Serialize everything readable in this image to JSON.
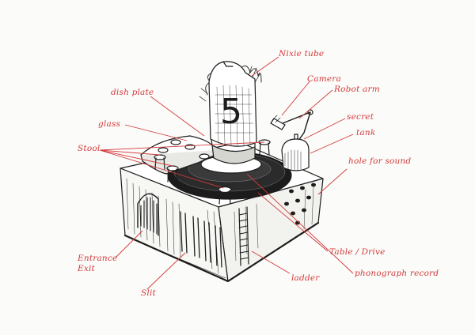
{
  "colors": {
    "ink": "#1c1c1c",
    "annotation": "#d23a3a",
    "paper": "#fbfbf9"
  },
  "tube_digit": "5",
  "labels": {
    "nixie_tube": "Nixie tube",
    "camera": "Camera",
    "robot_arm": "Robot arm",
    "dish_plate": "dish plate",
    "secret": "secret",
    "glass": "glass",
    "tank": "tank",
    "stool": "Stool",
    "hole_for_sound": "hole for sound",
    "entrance": "Entrance",
    "exit": "Exit",
    "table_drive": "Table / Drive",
    "phonograph_record": "phonograph record",
    "ladder": "ladder",
    "slit": "Slit"
  }
}
